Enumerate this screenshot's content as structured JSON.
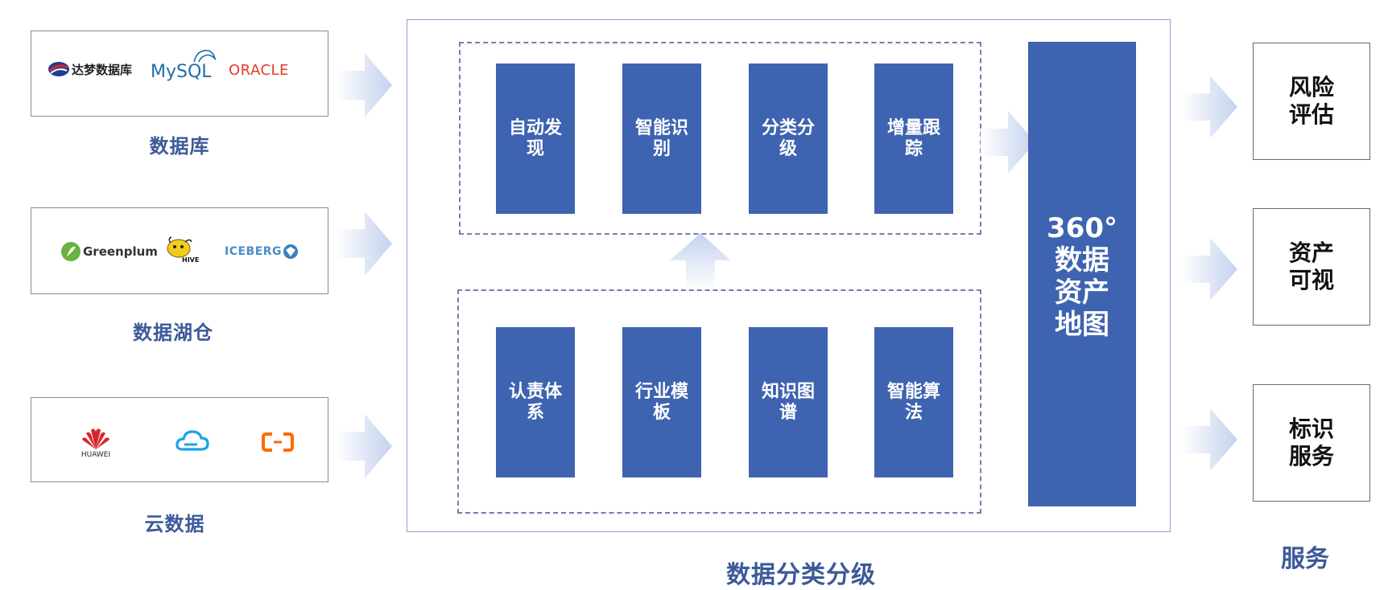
{
  "sources": [
    {
      "label": "数据库",
      "logos": [
        "达梦数据库",
        "MySQL",
        "ORACLE"
      ]
    },
    {
      "label": "数据湖仓",
      "logos": [
        "Greenplum",
        "HIVE",
        "ICEBERG"
      ]
    },
    {
      "label": "云数据",
      "logos": [
        "HUAWEI",
        "tencent-cloud-icon",
        "aliyun-icon"
      ]
    }
  ],
  "top_blocks": [
    "自动发现",
    "智能识别",
    "分类分级",
    "增量跟踪"
  ],
  "bottom_blocks": [
    "认责体系",
    "行业模板",
    "知识图谱",
    "智能算法"
  ],
  "map": {
    "line1": "360°",
    "line2": "数据",
    "line3": "资产",
    "line4": "地图"
  },
  "center_title": "数据分类分级",
  "services": [
    "风险评估",
    "资产可视",
    "标识服务"
  ],
  "services_title": "服务",
  "colors": {
    "block": "#3e63b0",
    "title": "#3c5a99",
    "arrow": "#c9d6ef"
  }
}
